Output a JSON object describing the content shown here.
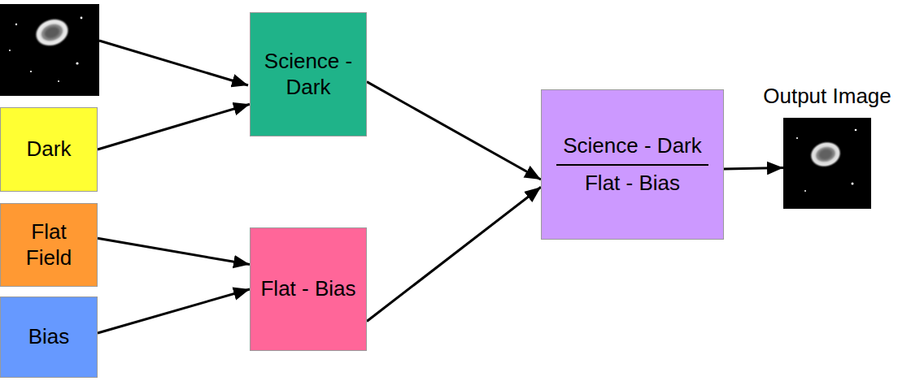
{
  "diagram": {
    "nodes": [
      {
        "text": [
          "Dark"
        ]
      },
      {
        "text": [
          "Flat Field"
        ]
      },
      {
        "text": [
          "Bias"
        ]
      },
      {
        "text": [
          "Science - Dark"
        ]
      },
      {
        "text": [
          "Flat - Bias"
        ]
      },
      {
        "text": [
          "Science - Dark",
          "Flat - Bias"
        ]
      },
      {
        "text": [
          "Output Image"
        ]
      }
    ],
    "edges": [
      {
        "from": 0,
        "to": 3,
        "arrow": "to"
      },
      {
        "from": 1,
        "to": 4,
        "arrow": "to"
      },
      {
        "from": 2,
        "to": 4,
        "arrow": "to"
      },
      {
        "from": 3,
        "to": 5,
        "arrow": "to"
      },
      {
        "from": 4,
        "to": 5,
        "arrow": "to"
      },
      {
        "from": 5,
        "to": 6,
        "arrow": "to"
      }
    ]
  }
}
